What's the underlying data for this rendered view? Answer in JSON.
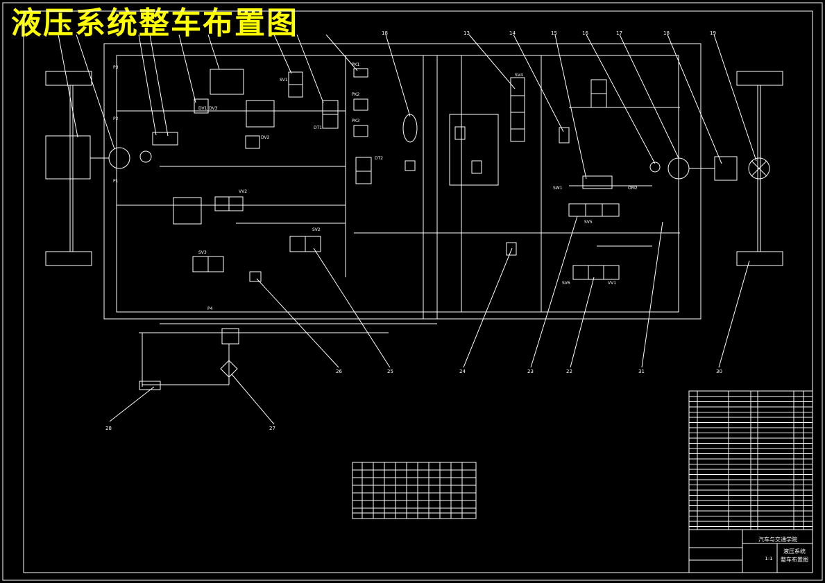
{
  "title": "液压系统整车布置图",
  "colors": {
    "background": "#000000",
    "lines": "#ffffff",
    "title": "#ffff00"
  },
  "component_labels": [
    "DV1",
    "DV2",
    "DV3",
    "DT1",
    "SV1",
    "SV2",
    "SV3",
    "SV4",
    "SV5",
    "SV6",
    "VV2",
    "VV1",
    "DT2",
    "PK1",
    "PK2",
    "PK3",
    "P1",
    "P2",
    "P3",
    "P4",
    "SW1",
    "OM2"
  ],
  "callouts": [
    "13",
    "14",
    "15",
    "16",
    "17",
    "18",
    "19",
    "18",
    "30",
    "31",
    "22",
    "23",
    "24",
    "25",
    "26",
    "27",
    "28"
  ],
  "title_block": {
    "school": "汽车与交通学院",
    "drawing_name_1": "液压系统",
    "drawing_name_2": "整车布置图",
    "scale": "1:1"
  }
}
